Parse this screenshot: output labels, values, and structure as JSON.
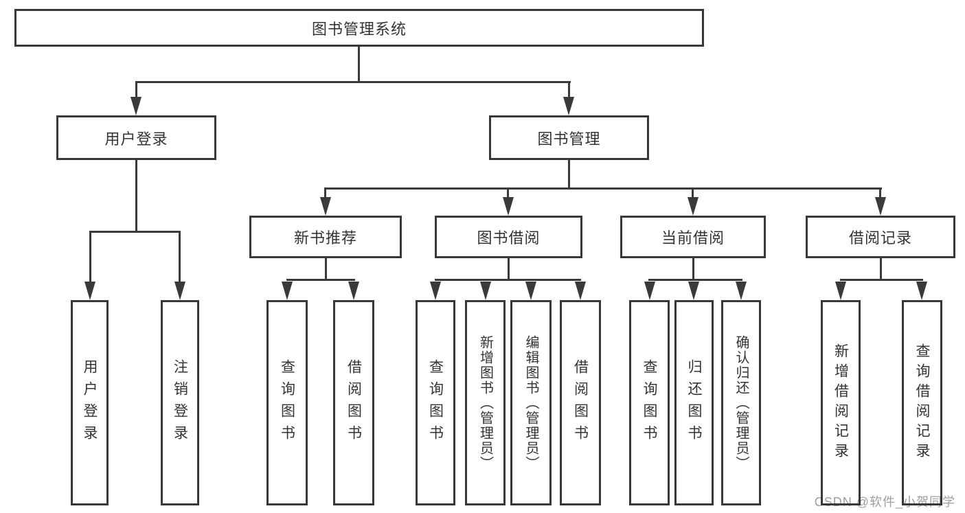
{
  "nodes": {
    "root": "图书管理系统",
    "l2": [
      "用户登录",
      "图书管理"
    ],
    "l3": [
      "新书推荐",
      "图书借阅",
      "当前借阅",
      "借阅记录"
    ],
    "leaves": {
      "login": [
        "用户登录",
        "注销登录"
      ],
      "recommend": [
        "查询图书",
        "借阅图书"
      ],
      "borrow": [
        "查询图书",
        "新增图书（管理员）",
        "编辑图书（管理员）",
        "借阅图书"
      ],
      "current": [
        "查询图书",
        "归还图书",
        "确认归还（管理员）"
      ],
      "records": [
        "新增借阅记录",
        "查询借阅记录"
      ]
    }
  },
  "watermark": {
    "text": "CSDN @软件_小贺同学"
  },
  "colors": {
    "line": "#3a3a3a",
    "border": "#383838",
    "text": "#333333",
    "watermark": "#9f9f9f",
    "background": "#ffffff"
  }
}
